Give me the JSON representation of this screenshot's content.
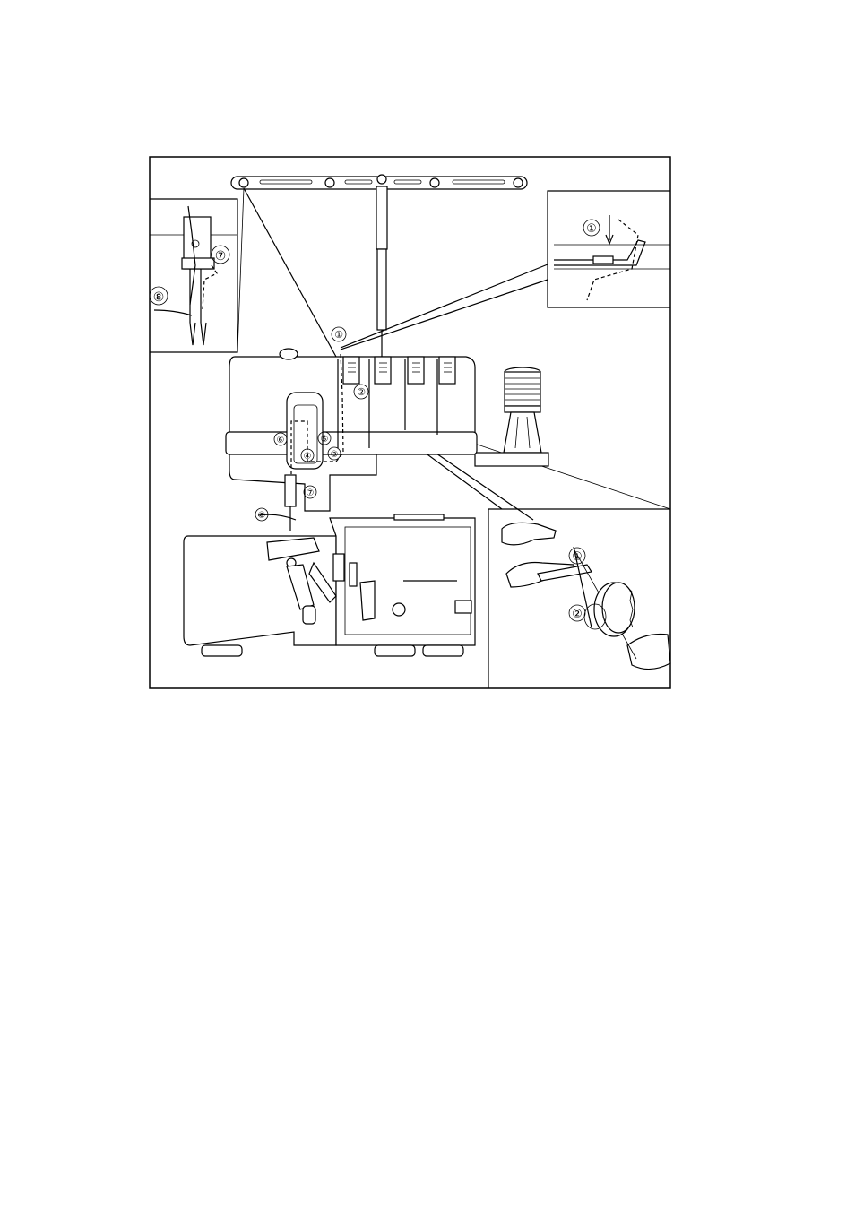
{
  "figure": {
    "labels": {
      "c1": "①",
      "c2": "②",
      "c3": "③",
      "c4": "④",
      "c5": "⑤",
      "c6": "⑥",
      "c7": "⑦",
      "c8": "⑧"
    }
  }
}
